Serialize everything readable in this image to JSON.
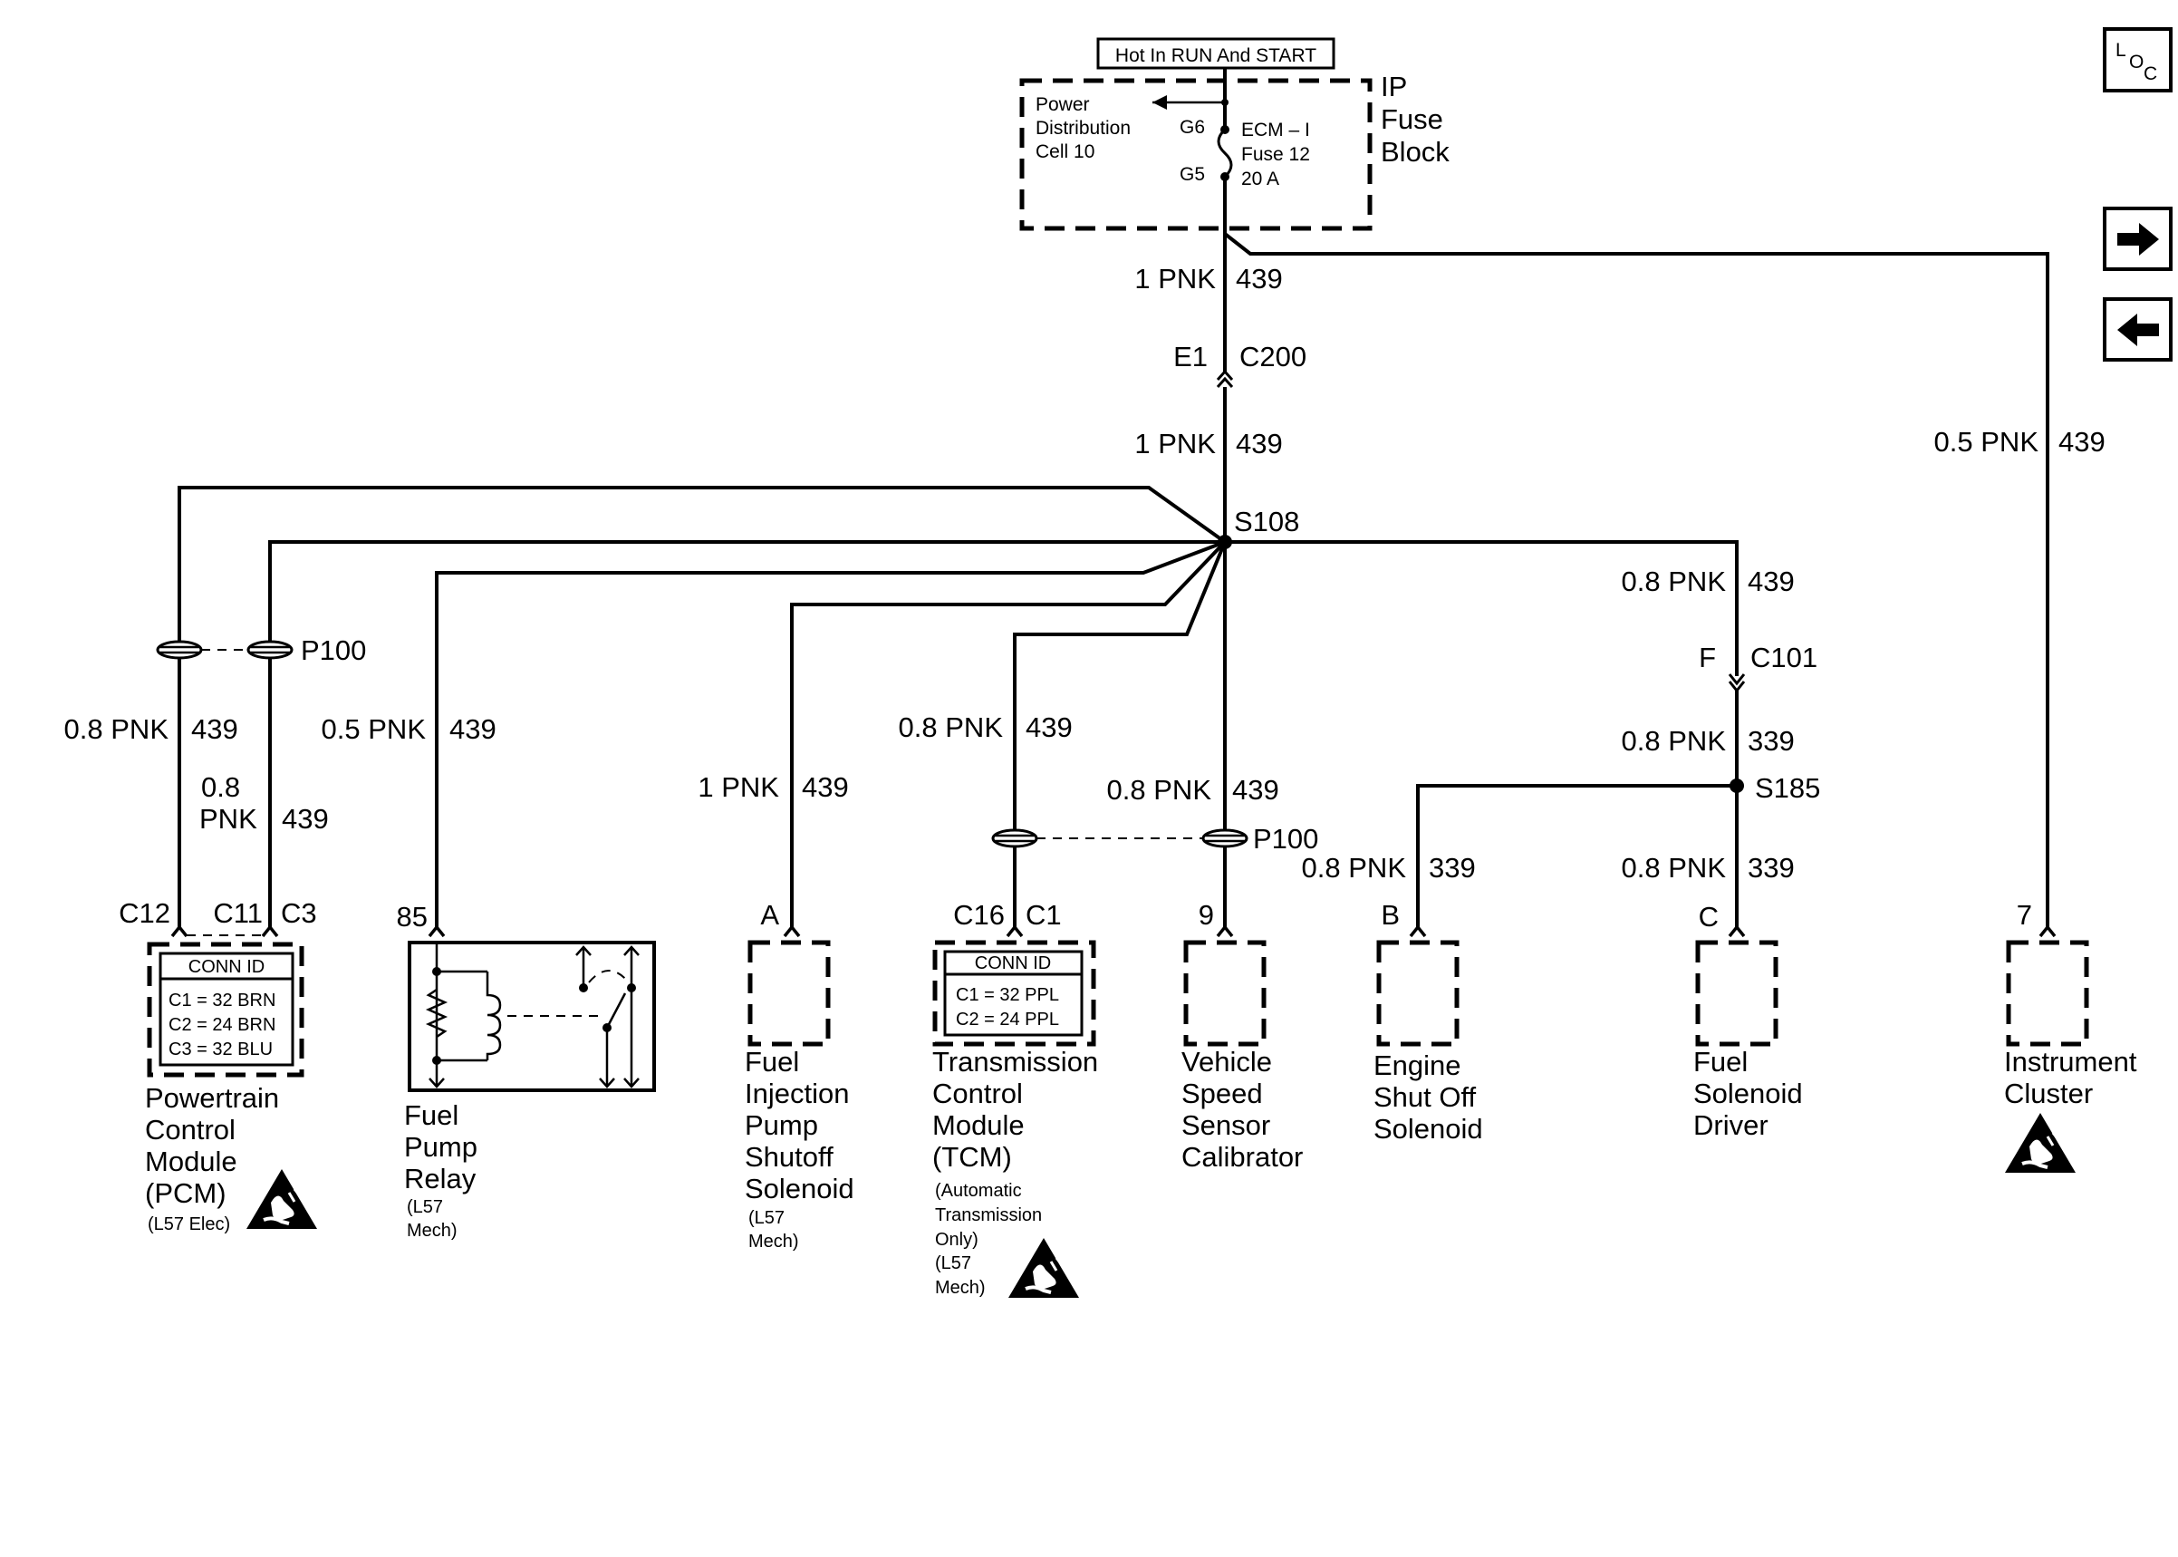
{
  "header": {
    "hot_label": "Hot In RUN And START"
  },
  "nav": {
    "loc_L": "L",
    "loc_O": "O",
    "loc_C": "C",
    "forward_icon": "arrow-right-icon",
    "back_icon": "arrow-left-icon"
  },
  "fuse_block": {
    "title1": "IP",
    "title2": "Fuse",
    "title3": "Block",
    "pd1": "Power",
    "pd2": "Distribution",
    "pd3": "Cell 10",
    "g6": "G6",
    "g5": "G5",
    "fuse1": "ECM – I",
    "fuse2": "Fuse 12",
    "fuse3": "20 A"
  },
  "wires": {
    "main_top_gauge": "1 PNK",
    "main_top_circuit": "439",
    "e1": "E1",
    "c200": "C200",
    "main_mid_gauge": "1 PNK",
    "main_mid_circuit": "439",
    "ic_gauge": "0.5 PNK",
    "ic_circuit": "439",
    "s108": "S108",
    "right_gauge": "0.8 PNK",
    "right_circuit": "439",
    "f": "F",
    "c101": "C101",
    "after_c101_gauge": "0.8 PNK",
    "after_c101_circuit": "339",
    "s185": "S185",
    "engine_gauge": "0.8 PNK",
    "engine_circuit": "339",
    "fuel_sol_gauge": "0.8 PNK",
    "fuel_sol_circuit": "339",
    "p100_left": "P100",
    "pcm1_gauge": "0.8 PNK",
    "pcm1_circuit": "439",
    "pcm2_gauge_a": "0.8",
    "pcm2_gauge_b": "PNK",
    "pcm2_circuit": "439",
    "relay_gauge": "0.5 PNK",
    "relay_circuit": "439",
    "fips_gauge": "1 PNK",
    "fips_circuit": "439",
    "tcm_gauge": "0.8 PNK",
    "tcm_circuit": "439",
    "vss_gauge": "0.8 PNK",
    "vss_circuit": "439",
    "p100_right": "P100"
  },
  "pins": {
    "c12": "C12",
    "c11": "C11",
    "c3": "C3",
    "p85": "85",
    "a": "A",
    "c16": "C16",
    "c1": "C1",
    "p9": "9",
    "b": "B",
    "c": "C",
    "p7": "7"
  },
  "pcm": {
    "conn_title": "CONN ID",
    "conn1": "C1 = 32 BRN",
    "conn2": "C2 = 24 BRN",
    "conn3": "C3 = 32 BLU",
    "l1": "Powertrain",
    "l2": "Control",
    "l3": "Module",
    "l4": "(PCM)",
    "note": "(L57 Elec)"
  },
  "relay": {
    "l1": "Fuel",
    "l2": "Pump",
    "l3": "Relay",
    "n1": "(L57",
    "n2": "Mech)"
  },
  "fips": {
    "l1": "Fuel",
    "l2": "Injection",
    "l3": "Pump",
    "l4": "Shutoff",
    "l5": "Solenoid",
    "n1": "(L57",
    "n2": "Mech)"
  },
  "tcm": {
    "conn_title": "CONN ID",
    "conn1": "C1 = 32 PPL",
    "conn2": "C2 = 24 PPL",
    "l1": "Transmission",
    "l2": "Control",
    "l3": "Module",
    "l4": "(TCM)",
    "n1": "(Automatic",
    "n2": "Transmission",
    "n3": "Only)",
    "n4": "(L57",
    "n5": "Mech)"
  },
  "vss": {
    "l1": "Vehicle",
    "l2": "Speed",
    "l3": "Sensor",
    "l4": "Calibrator"
  },
  "ess": {
    "l1": "Engine",
    "l2": "Shut Off",
    "l3": "Solenoid"
  },
  "fsd": {
    "l1": "Fuel",
    "l2": "Solenoid",
    "l3": "Driver"
  },
  "ic": {
    "l1": "Instrument",
    "l2": "Cluster"
  },
  "icons": {
    "esd": "esd-sensitive-icon"
  }
}
